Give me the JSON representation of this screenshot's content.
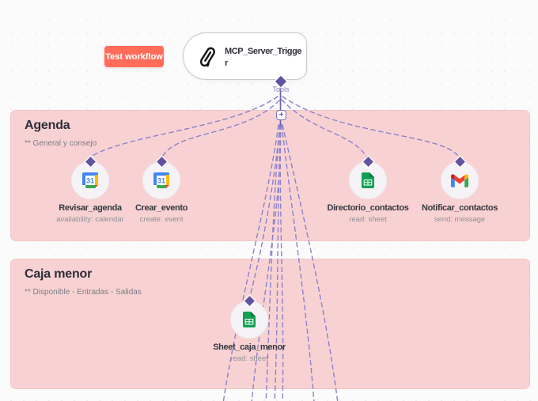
{
  "toolbar": {
    "test_button_label": "Test workflow"
  },
  "trigger": {
    "title": "MCP_Server_Trigger",
    "output_label": "Tools",
    "add_button_label": "+"
  },
  "panels": [
    {
      "title": "Agenda",
      "subtitle": "** General y consejo"
    },
    {
      "title": "Caja menor",
      "subtitle": "** Disponible - Entradas - Salidas"
    }
  ],
  "nodes": [
    {
      "label": "Revisar_agenda",
      "sublabel": "availability: calendar",
      "icon": "google-calendar"
    },
    {
      "label": "Crear_evento",
      "sublabel": "create: event",
      "icon": "google-calendar"
    },
    {
      "label": "Directorio_contactos",
      "sublabel": "read: sheet",
      "icon": "google-sheets"
    },
    {
      "label": "Notificar_contactos",
      "sublabel": "send: message",
      "icon": "gmail"
    },
    {
      "label": "Sheet_caja_menor",
      "sublabel": "read: sheet",
      "icon": "google-sheets"
    }
  ],
  "colors": {
    "accent": "#ff6d5a",
    "connection": "#8c82cb",
    "sticky": "#f8d2d3",
    "diamond": "#61539f"
  }
}
